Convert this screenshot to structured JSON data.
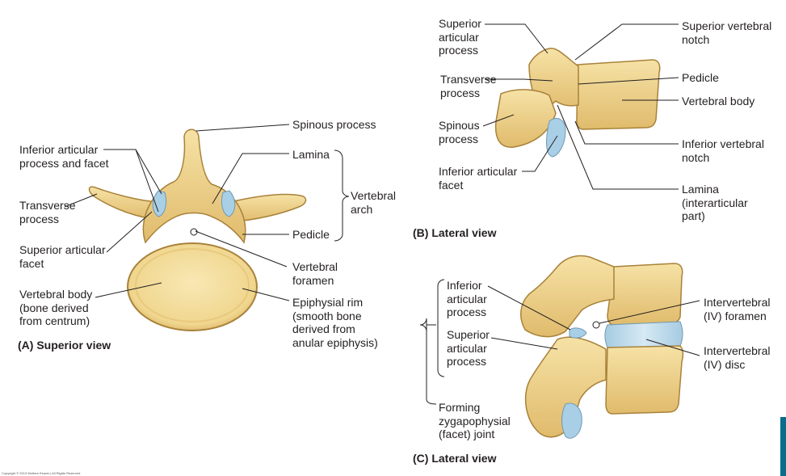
{
  "panelA": {
    "caption": "(A) Superior view",
    "labels": {
      "spinous_process": "Spinous process",
      "inferior_articular": "Inferior articular\nprocess and facet",
      "lamina": "Lamina",
      "vertebral_arch": "Vertebral\narch",
      "transverse_process": "Transverse\nprocess",
      "superior_articular_facet": "Superior articular\nfacet",
      "pedicle": "Pedicle",
      "vertebral_foramen": "Vertebral\nforamen",
      "vertebral_body": "Vertebral body\n(bone derived\nfrom centrum)",
      "epiphysial_rim": "Epiphysial rim\n(smooth bone\nderived from\nanular epiphysis)"
    }
  },
  "panelB": {
    "caption": "(B) Lateral view",
    "labels": {
      "superior_articular_process": "Superior\narticular\nprocess",
      "superior_vertebral_notch": "Superior vertebral\nnotch",
      "transverse_process": "Transverse\nprocess",
      "pedicle": "Pedicle",
      "vertebral_body": "Vertebral body",
      "spinous_process": "Spinous\nprocess",
      "inferior_vertebral_notch": "Inferior vertebral\nnotch",
      "inferior_articular_facet": "Inferior articular\nfacet",
      "lamina": "Lamina\n(interarticular\npart)"
    }
  },
  "panelC": {
    "caption": "(C) Lateral view",
    "labels": {
      "inferior_articular_process": "Inferior\narticular\nprocess",
      "superior_articular_process": "Superior\narticular\nprocess",
      "forming_joint": "Forming\nzygapophysial\n(facet) joint",
      "iv_foramen": "Intervertebral\n(IV) foramen",
      "iv_disc": "Intervertebral\n(IV) disc"
    }
  },
  "copyright": "Copyright © 2013 Wolters Kluwer | All Rights Reserved",
  "colors": {
    "bone": "#f2d88e",
    "bone_shade": "#d9b061",
    "bone_outline": "#a8823a",
    "cartilage": "#a9cfe6",
    "disc": "#c5dfee",
    "leader": "#231f20"
  }
}
